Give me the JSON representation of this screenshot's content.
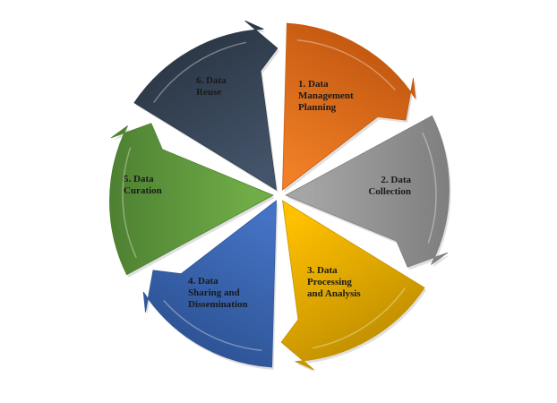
{
  "diagram": {
    "type": "cycle",
    "segments": [
      {
        "id": "seg1",
        "lines": [
          "1. Data",
          "Management",
          "Planning"
        ],
        "color": "#F07F26",
        "dark": "#C55A11"
      },
      {
        "id": "seg2",
        "lines": [
          "2. Data",
          "Collection"
        ],
        "color": "#A5A5A5",
        "dark": "#7F7F7F"
      },
      {
        "id": "seg3",
        "lines": [
          "3. Data",
          "Processing",
          "and Analysis"
        ],
        "color": "#FFC000",
        "dark": "#C59300"
      },
      {
        "id": "seg4",
        "lines": [
          "4. Data",
          "Sharing and",
          "Dissemination"
        ],
        "color": "#4472C4",
        "dark": "#2F5597"
      },
      {
        "id": "seg5",
        "lines": [
          "5. Data",
          "Curation"
        ],
        "color": "#70AD47",
        "dark": "#4E8132"
      },
      {
        "id": "seg6",
        "lines": [
          "6. Data",
          "Reuse"
        ],
        "color": "#44546A",
        "dark": "#2D3948"
      }
    ]
  }
}
